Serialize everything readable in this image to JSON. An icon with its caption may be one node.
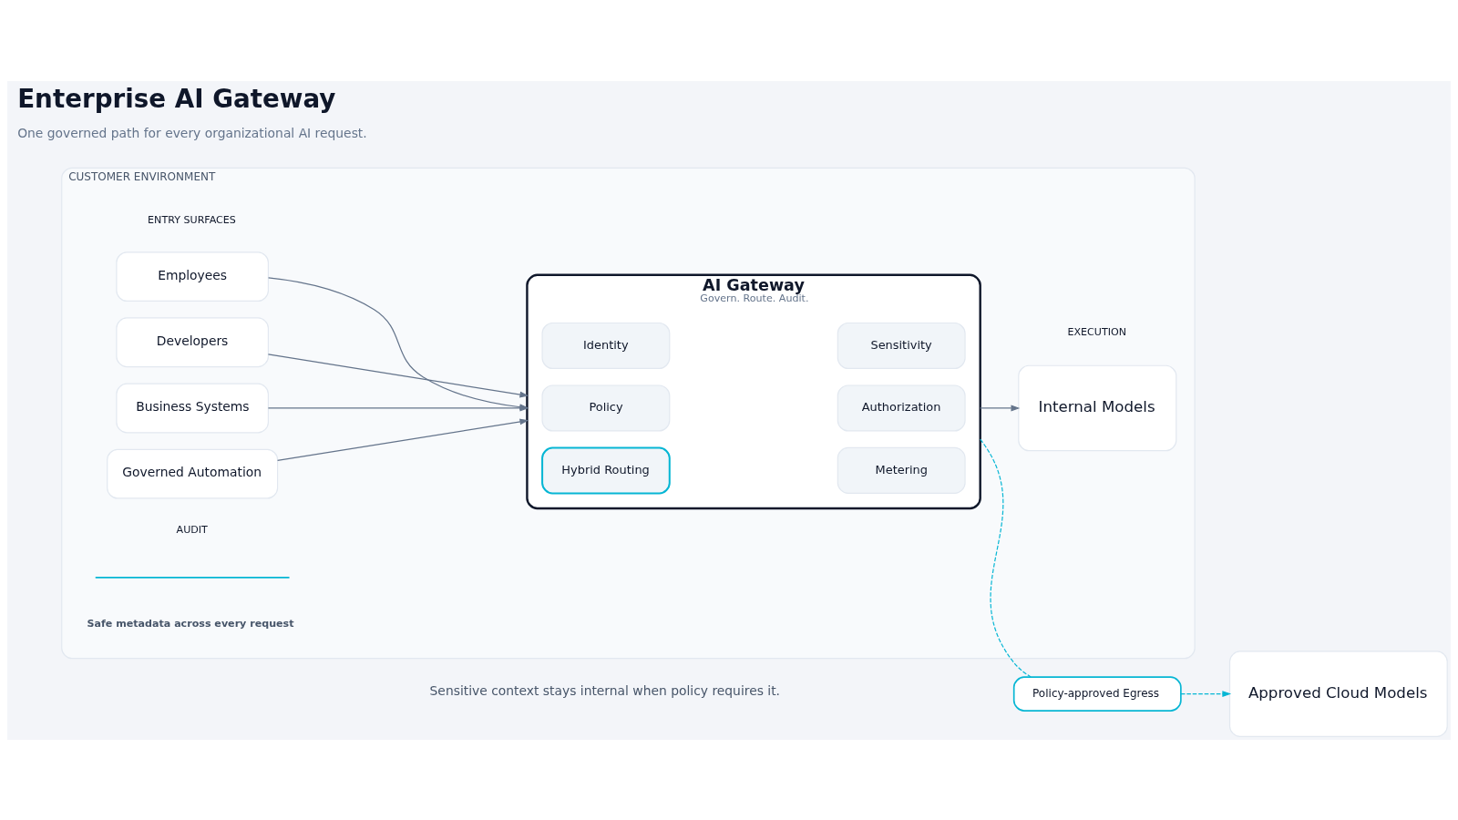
{
  "diagram": {
    "title": "Enterprise AI Gateway",
    "caption": "Sensitive context stays internal when policy requires it.",
    "nodes": [
      {
        "text": [
          "CUSTOMER ENVIRONMENT"
        ]
      },
      {
        "text": [
          "Employees"
        ],
        "in": 0
      },
      {
        "text": [
          "Developers"
        ],
        "in": 0
      },
      {
        "text": [
          "Business Systems"
        ],
        "in": 0
      },
      {
        "text": [
          "Governed Automation"
        ],
        "in": 0
      },
      {
        "text": [
          "AI Gateway",
          "Govern. Route. Audit."
        ],
        "in": 0
      },
      {
        "text": [
          "Identity"
        ],
        "in": 5
      },
      {
        "text": [
          "Sensitivity"
        ],
        "in": 5
      },
      {
        "text": [
          "Policy"
        ],
        "in": 5
      },
      {
        "text": [
          "Authorization"
        ],
        "in": 5
      },
      {
        "text": [
          "Hybrid Routing"
        ],
        "in": 5
      },
      {
        "text": [
          "Metering"
        ],
        "in": 5
      },
      {
        "text": [
          "Internal Models"
        ],
        "in": 0
      },
      {
        "text": [
          "Approved Cloud Models"
        ]
      },
      {
        "text": [
          "Policy-approved Egress"
        ]
      }
    ],
    "edges": [
      {
        "from": 1,
        "to": 5,
        "arrow": "to"
      },
      {
        "from": 2,
        "to": 5,
        "arrow": "to"
      },
      {
        "from": 3,
        "to": 5,
        "arrow": "to"
      },
      {
        "from": 4,
        "to": 5,
        "arrow": "to"
      },
      {
        "from": 5,
        "to": 12,
        "arrow": "to"
      },
      {
        "from": 5,
        "to": 14,
        "arrow": "none",
        "style": "dashed",
        "color": "#06b6d4"
      },
      {
        "from": 14,
        "to": 13,
        "arrow": "to",
        "style": "dashed",
        "color": "#06b6d4"
      }
    ],
    "labels": [
      "One governed path for every organizational AI request.",
      "ENTRY SURFACES",
      "EXECUTION",
      "AUDIT",
      "Safe metadata across every request"
    ]
  }
}
